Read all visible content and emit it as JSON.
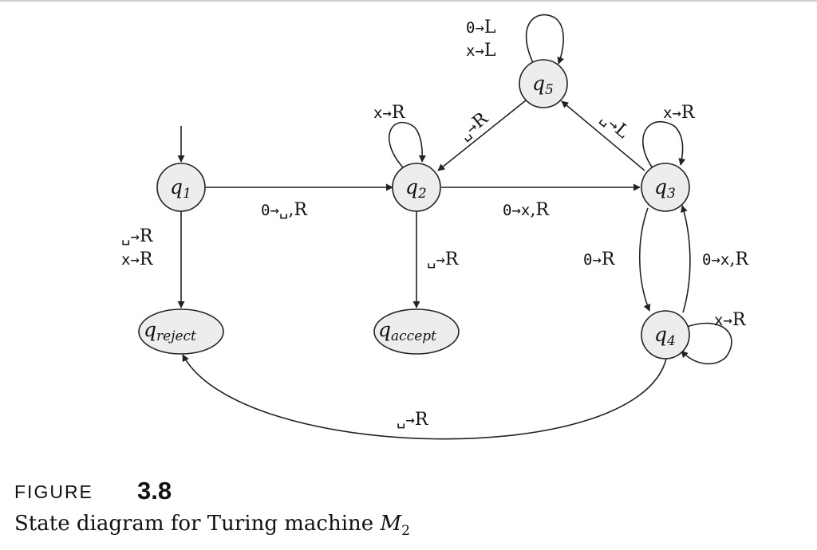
{
  "diagram": {
    "states": {
      "q1": {
        "letter": "q",
        "sub": "1"
      },
      "q2": {
        "letter": "q",
        "sub": "2"
      },
      "q3": {
        "letter": "q",
        "sub": "3"
      },
      "q4": {
        "letter": "q",
        "sub": "4"
      },
      "q5": {
        "letter": "q",
        "sub": "5"
      },
      "reject": {
        "letter": "q",
        "sub": "reject"
      },
      "accept": {
        "letter": "q",
        "sub": "accept"
      }
    },
    "transitions": {
      "q1_q2": {
        "sym": "0→␣",
        "act": ",R"
      },
      "q2_q3": {
        "sym": "0→x",
        "act": ",R"
      },
      "q1_reject_a": {
        "sym": "␣→",
        "act": "R"
      },
      "q1_reject_b": {
        "sym": "x→",
        "act": "R"
      },
      "q2_accept": {
        "sym": "␣→",
        "act": "R"
      },
      "q2_self": {
        "sym": "x→",
        "act": "R"
      },
      "q3_self": {
        "sym": "x→",
        "act": "R"
      },
      "q5_self_a": {
        "sym": "0→",
        "act": "L"
      },
      "q5_self_b": {
        "sym": "x→",
        "act": "L"
      },
      "q5_q2": {
        "sym": "␣→",
        "act": "R"
      },
      "q3_q5": {
        "sym": "␣→",
        "act": "L"
      },
      "q3_q4": {
        "sym": "0→",
        "act": "R"
      },
      "q4_q3": {
        "sym": "0→x",
        "act": ",R"
      },
      "q4_self": {
        "sym": "x→",
        "act": "R"
      },
      "q4_reject": {
        "sym": "␣→",
        "act": "R"
      }
    }
  },
  "caption": {
    "figure_word": "FIGURE",
    "figure_number": "3.8",
    "text": "State diagram for Turing machine ",
    "machine_letter": "M",
    "machine_sub": "2"
  }
}
